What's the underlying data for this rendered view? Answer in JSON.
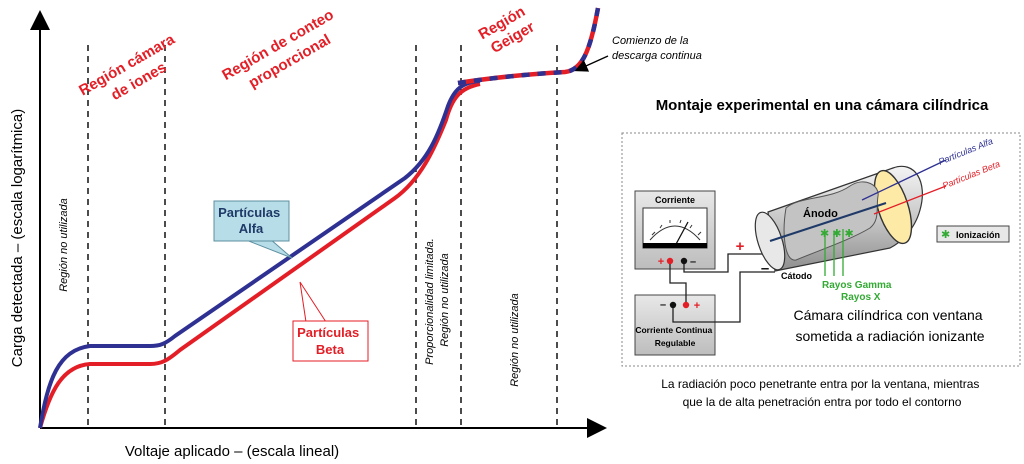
{
  "left_chart": {
    "x_axis_label": "Voltaje aplicado – (escala lineal)",
    "y_axis_label": "Carga detectada – (escala logarítmica)",
    "regions": {
      "ion_chamber": [
        "Región cámara",
        "de iones"
      ],
      "proportional": [
        "Región de conteo",
        "proporcional"
      ],
      "geiger": [
        "Región",
        "Geiger"
      ]
    },
    "unused_labels": {
      "first": "Región no utilizada",
      "limited": [
        "Proporcionalidad limitada.",
        "Región no utilizada"
      ],
      "last": "Región no utilizada"
    },
    "callout_alfa": [
      "Partículas",
      "Alfa"
    ],
    "callout_beta": [
      "Partículas",
      "Beta"
    ],
    "continuous_discharge": [
      "Comienzo de la",
      "descarga continua"
    ]
  },
  "right_panel": {
    "title": "Montaje experimental en una cámara cilíndrica",
    "meter_label": "Corriente",
    "power_supply": [
      "Corriente Continua",
      "Regulable"
    ],
    "anode_label": "Ánodo",
    "cathode_label": "Cátodo",
    "alpha_ray": "Partículas Alfa",
    "beta_ray": "Partículas Beta",
    "gamma_label": "Rayos Gamma",
    "xray_label": "Rayos X",
    "ionization_legend": "Ionización",
    "caption": [
      "Cámara cilíndrica con ventana",
      "sometida a radiación ionizante"
    ],
    "footer": [
      "La radiación poco penetrante entra por la ventana, mientras",
      "que la de alta penetración entra por todo el contorno"
    ],
    "plus_sign": "+",
    "minus_sign": "–"
  },
  "colors": {
    "alfa": "#2e3192",
    "beta": "#e41e26",
    "region_text": "#e41e26",
    "callout_fill": "#b7dde8",
    "gamma": "#33aa33"
  }
}
